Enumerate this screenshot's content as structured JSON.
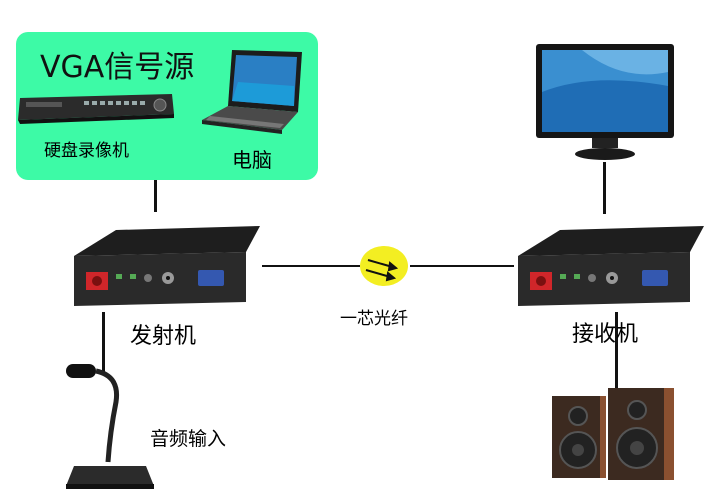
{
  "source_box": {
    "title": "VGA信号源"
  },
  "devices": {
    "dvr": "硬盘录像机",
    "laptop": "电脑",
    "transmitter": "发射机",
    "receiver": "接收机",
    "mic": "音频输入"
  },
  "fiber": {
    "label": "一芯光纤"
  },
  "colors": {
    "source_box": "#3dfaa6",
    "fiber_dot": "#f3ee22",
    "port_red": "#d0262a"
  },
  "icons": [
    "dvr-icon",
    "laptop-icon",
    "monitor-icon",
    "transmitter-icon",
    "receiver-icon",
    "fiber-icon",
    "microphone-icon",
    "speakers-icon"
  ]
}
